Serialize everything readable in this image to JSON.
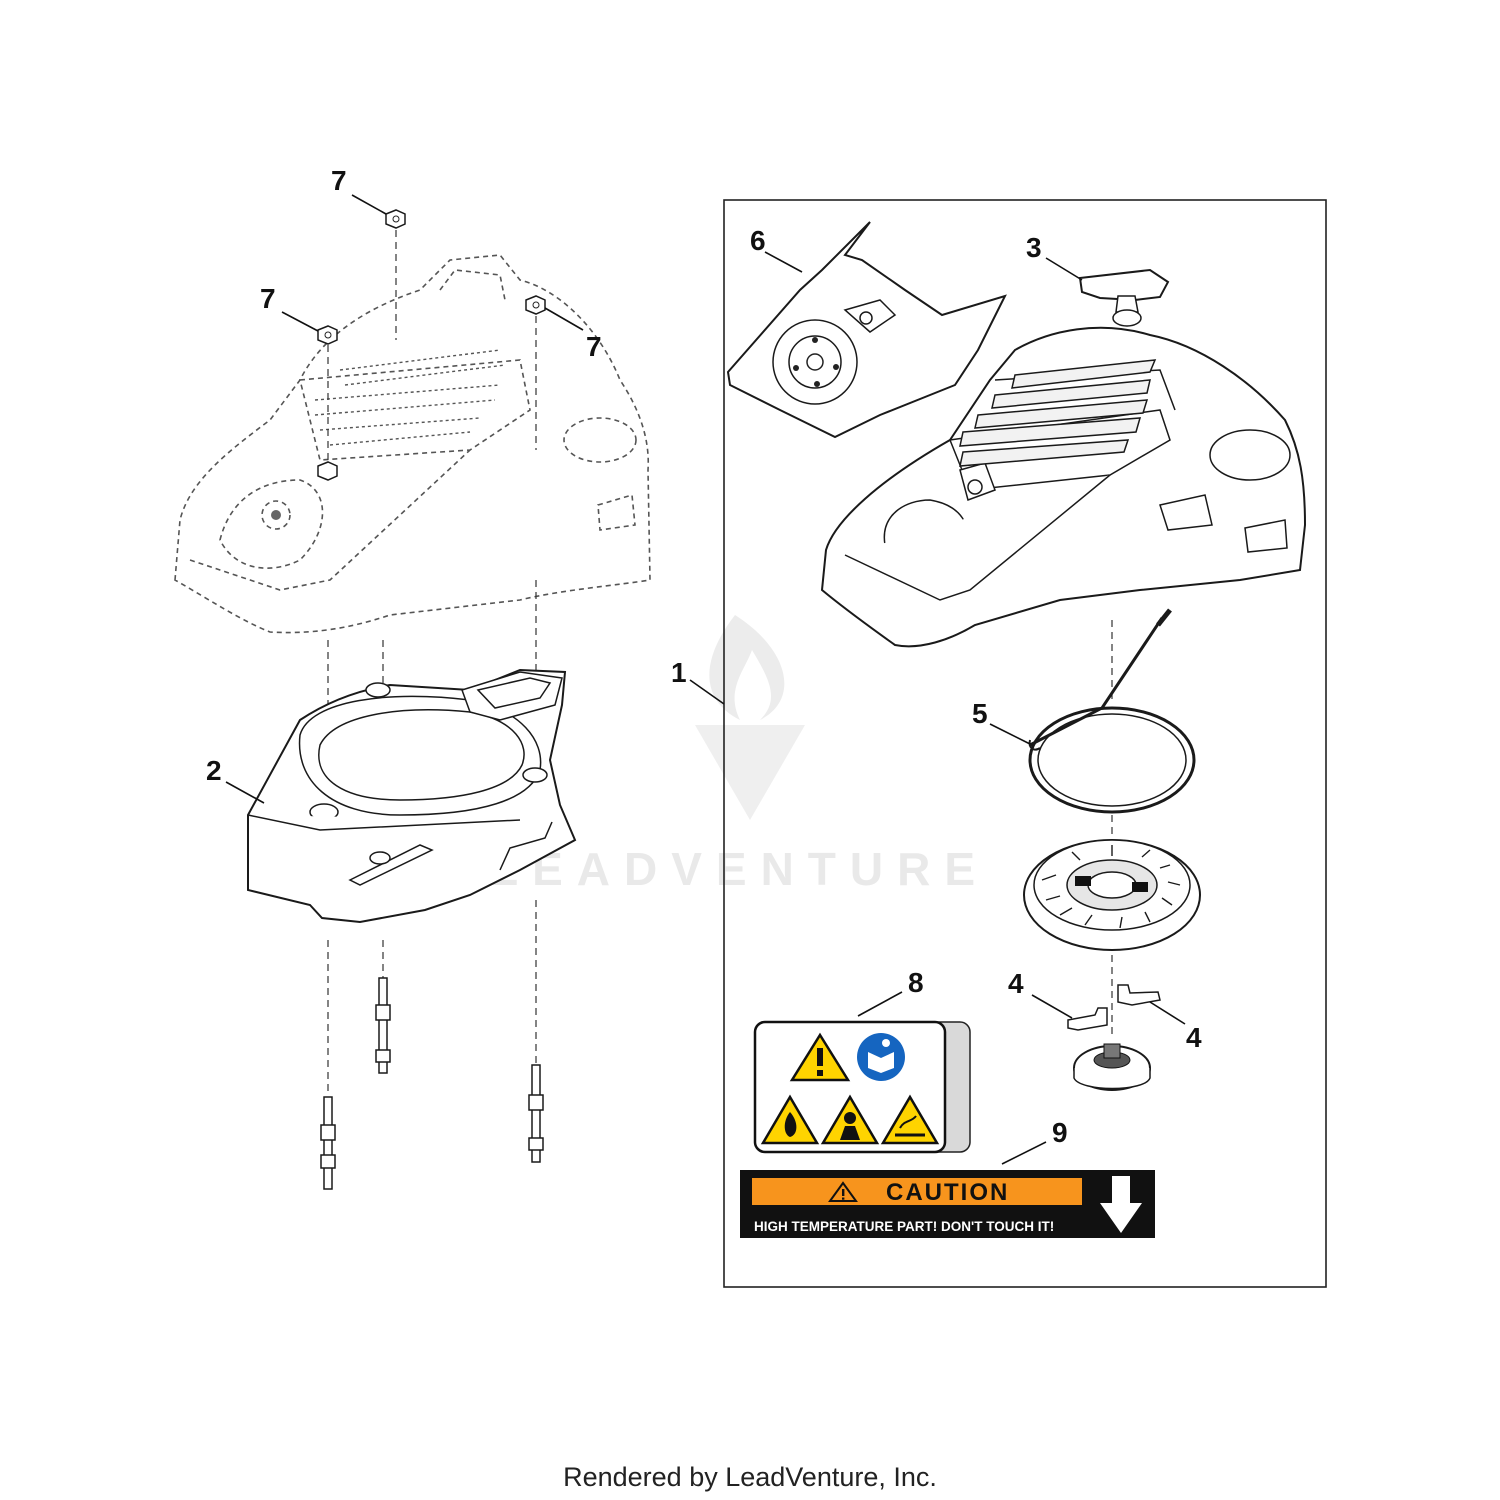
{
  "diagram": {
    "callouts": [
      {
        "id": "c1",
        "label": "1"
      },
      {
        "id": "c2",
        "label": "2"
      },
      {
        "id": "c3",
        "label": "3"
      },
      {
        "id": "c4a",
        "label": "4"
      },
      {
        "id": "c4b",
        "label": "4"
      },
      {
        "id": "c5",
        "label": "5"
      },
      {
        "id": "c6",
        "label": "6"
      },
      {
        "id": "c7a",
        "label": "7"
      },
      {
        "id": "c7b",
        "label": "7"
      },
      {
        "id": "c7c",
        "label": "7"
      },
      {
        "id": "c8",
        "label": "8"
      },
      {
        "id": "c9",
        "label": "9"
      }
    ],
    "caution_label": {
      "heading": "CAUTION",
      "message": "HIGH TEMPERATURE PART! DON'T TOUCH IT!"
    },
    "watermark": "LEADVENTURE",
    "colors": {
      "caution_orange": "#F7941D",
      "warning_yellow": "#FFD400",
      "mandatory_blue": "#1565C0",
      "label_black": "#111111"
    }
  },
  "footer": {
    "text": "Rendered by LeadVenture, Inc."
  }
}
